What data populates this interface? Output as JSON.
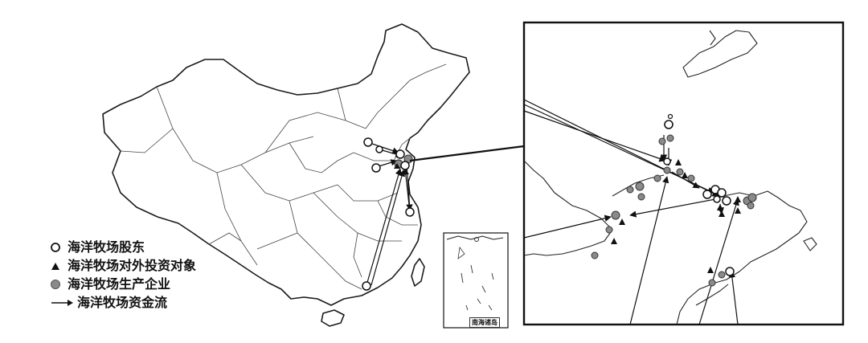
{
  "legend": {
    "shareholder": "海洋牧场股东",
    "investment_target": "海洋牧场对外投资对象",
    "production_enterprise": "海洋牧场生产企业",
    "capital_flow": "海洋牧场资金流"
  },
  "inset": {
    "label": "南海诸岛"
  },
  "symbol_colors": {
    "shareholder_fill": "#ffffff",
    "target_fill": "#111111",
    "enterprise_fill": "#8a8a8a",
    "line": "#111111"
  }
}
